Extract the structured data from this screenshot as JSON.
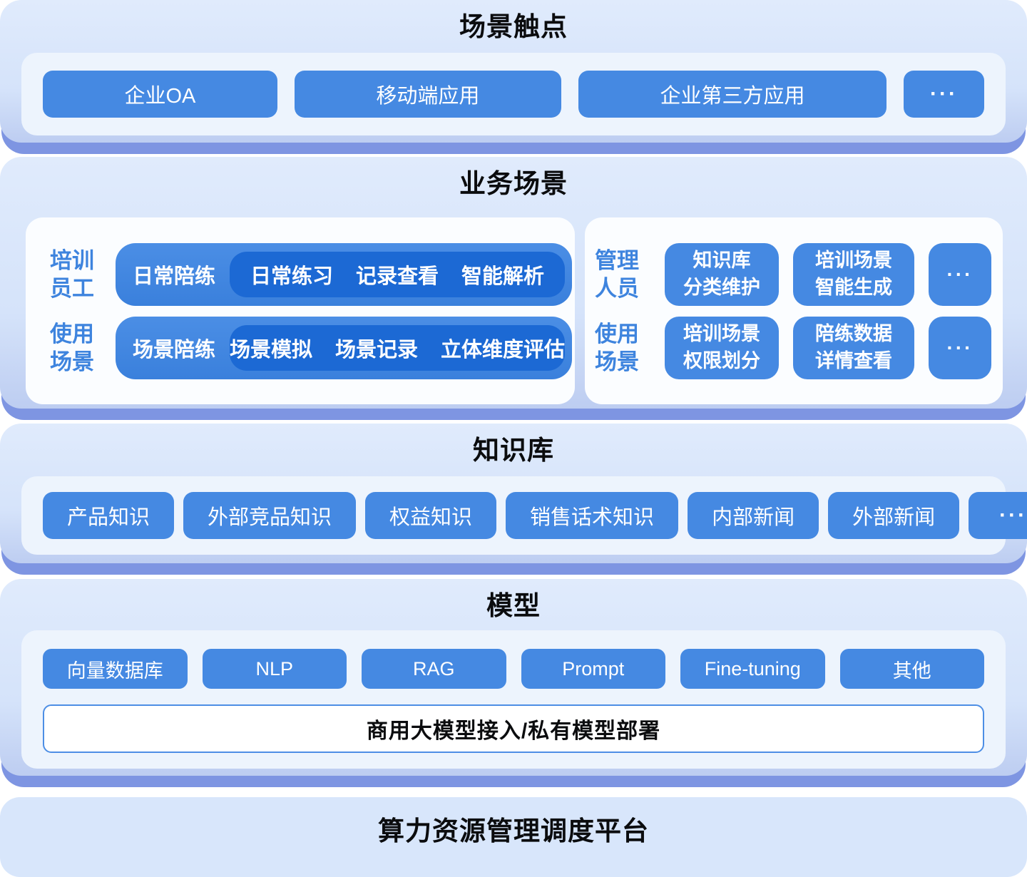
{
  "colors": {
    "button_blue": "#4589e2",
    "dark_pill_blue": "#1c69d4",
    "row_pill_blue": "#3f86e0",
    "layer_bg_top": "#e0ebfc",
    "layer_bg_bottom": "#bdcdf1",
    "layer_base_strip": "#7e95e2",
    "inner_tray_bg": "#edf4fd",
    "panel_bg": "#fbfdff",
    "side_label_blue": "#3e84de",
    "title_black": "#0b0c0e"
  },
  "layer1": {
    "title": "场景触点",
    "buttons": [
      "企业OA",
      "移动端应用",
      "企业第三方应用"
    ],
    "more": "···"
  },
  "layer2": {
    "title": "业务场景",
    "left": {
      "labels": [
        [
          "培训",
          "员工"
        ],
        [
          "使用",
          "场景"
        ]
      ],
      "rows": [
        {
          "pill": "日常陪练",
          "items": [
            "日常练习",
            "记录查看",
            "智能解析"
          ]
        },
        {
          "pill": "场景陪练",
          "items": [
            "场景模拟",
            "场景记录",
            "立体维度评估"
          ]
        }
      ]
    },
    "right": {
      "labels": [
        [
          "管理",
          "人员"
        ],
        [
          "使用",
          "场景"
        ]
      ],
      "rows": [
        {
          "buttons": [
            [
              "知识库",
              "分类维护"
            ],
            [
              "培训场景",
              "智能生成"
            ]
          ],
          "more": "···"
        },
        {
          "buttons": [
            [
              "培训场景",
              "权限划分"
            ],
            [
              "陪练数据",
              "详情查看"
            ]
          ],
          "more": "···"
        }
      ]
    }
  },
  "layer3": {
    "title": "知识库",
    "buttons": [
      "产品知识",
      "外部竞品知识",
      "权益知识",
      "销售话术知识",
      "内部新闻",
      "外部新闻"
    ],
    "more": "···"
  },
  "layer4": {
    "title": "模型",
    "buttons": [
      "向量数据库",
      "NLP",
      "RAG",
      "Prompt",
      "Fine-tuning",
      "其他"
    ],
    "banner": "商用大模型接入/私有模型部署"
  },
  "layer5": {
    "title": "算力资源管理调度平台"
  }
}
